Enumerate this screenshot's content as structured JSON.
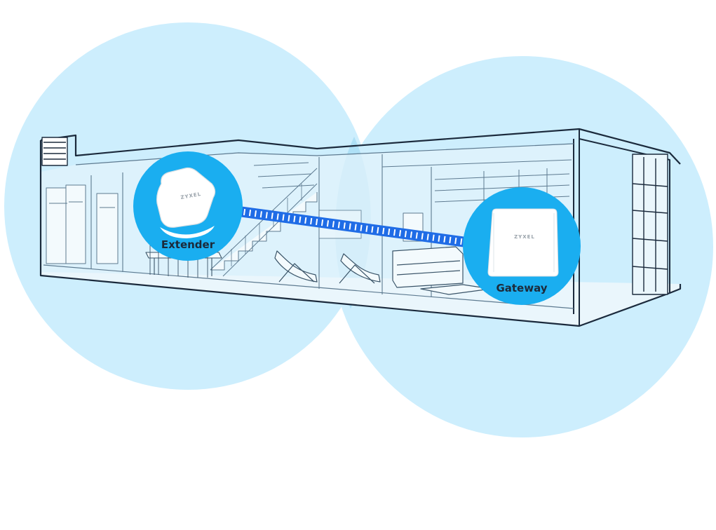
{
  "diagram": {
    "extender": {
      "label": "Extender",
      "brand": "ZYXEL"
    },
    "gateway": {
      "label": "Gateway",
      "brand": "ZYXEL"
    }
  },
  "colors": {
    "coverage": "#cdeefd",
    "device_halo": "#1aaef0",
    "link": "#1f6ce6",
    "house_line": "#1b2a3c"
  }
}
